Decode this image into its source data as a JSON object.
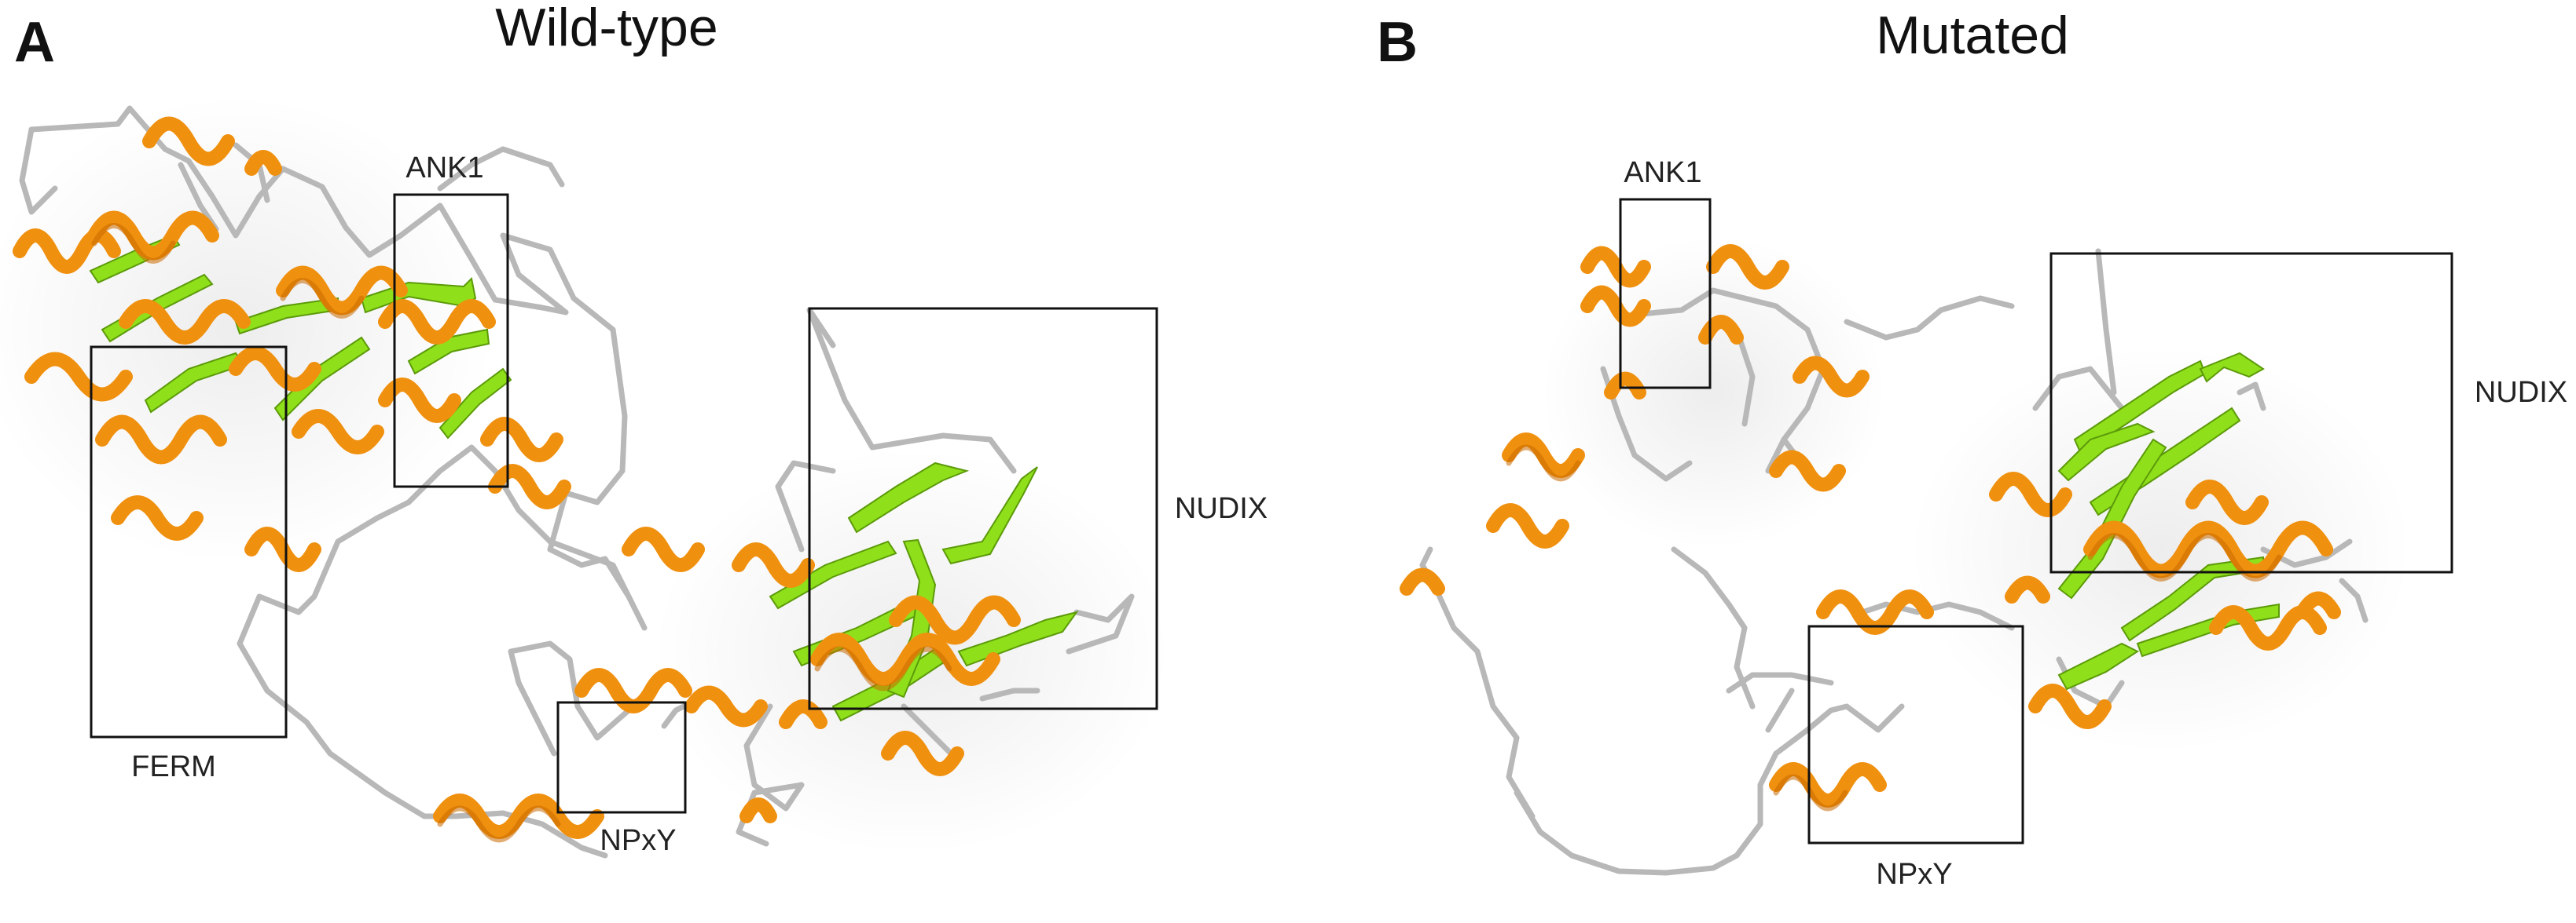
{
  "panels": [
    {
      "letter": "A",
      "title": "Wild-type",
      "domains": [
        "ANK1",
        "FERM",
        "NUDIX",
        "NPxY"
      ]
    },
    {
      "letter": "B",
      "title": "Mutated",
      "domains": [
        "ANK1",
        "NUDIX",
        "NPxY"
      ]
    }
  ],
  "colors": {
    "helix": "#f0900f",
    "helix_dark": "#c96a00",
    "strand": "#8fe01a",
    "loop": "#b8b8b8"
  },
  "icons": {
    "helix": "alpha-helix-ribbon",
    "strand": "beta-strand-arrow",
    "loop": "coil-loop"
  }
}
